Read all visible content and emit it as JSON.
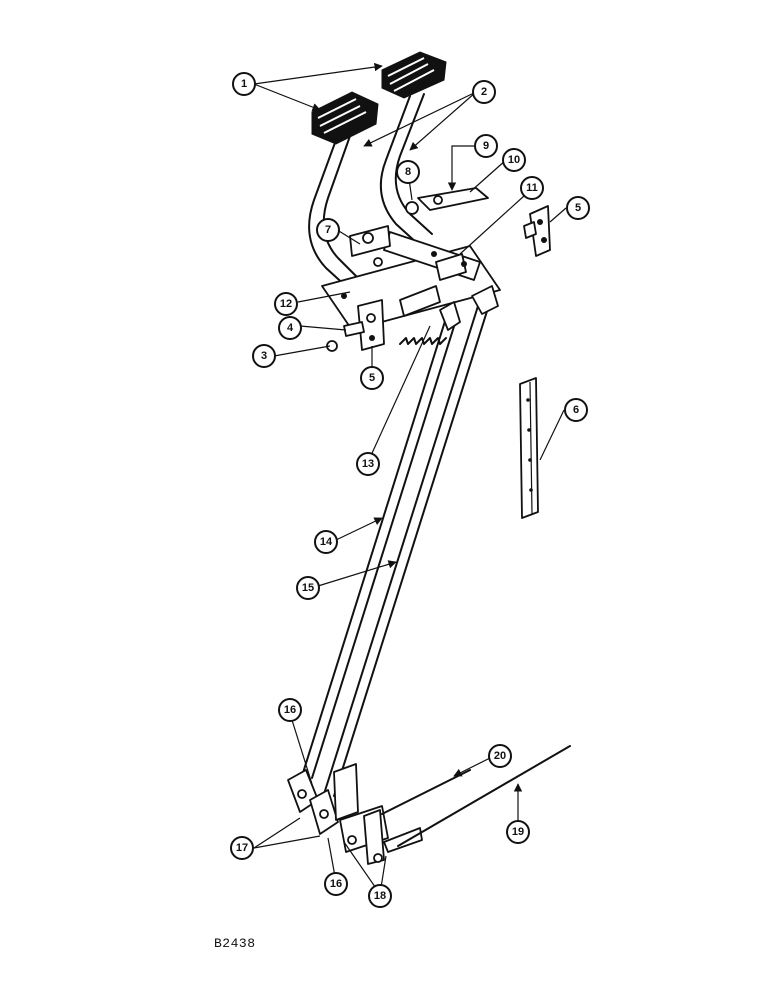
{
  "figure_code": "B2438",
  "callouts": [
    "1",
    "2",
    "3",
    "4",
    "5",
    "5",
    "6",
    "7",
    "8",
    "9",
    "10",
    "11",
    "12",
    "13",
    "14",
    "15",
    "16",
    "16",
    "17",
    "18",
    "19",
    "20"
  ]
}
